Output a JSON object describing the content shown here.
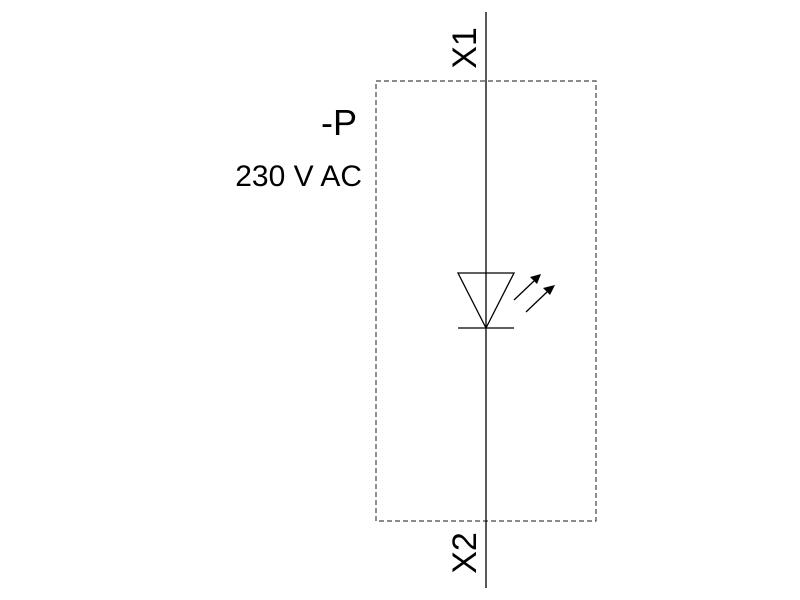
{
  "diagram": {
    "reference": "-P",
    "voltage": "230 V AC",
    "terminal_top": "X1",
    "terminal_bottom": "X2"
  },
  "colors": {
    "line": "#000000",
    "frame": "#444444",
    "background": "#ffffff"
  },
  "icons": {
    "symbol": "led-icon"
  }
}
